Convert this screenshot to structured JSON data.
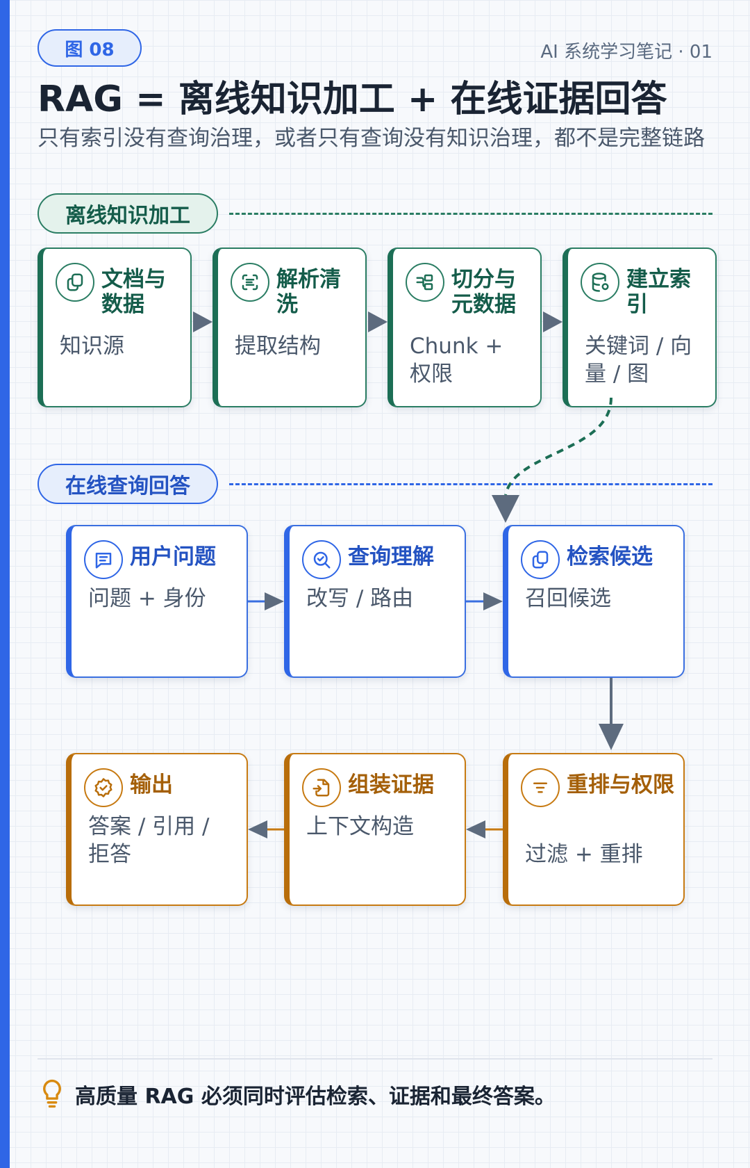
{
  "header": {
    "figure_label": "图 08",
    "series_label": "AI 系统学习笔记 · 01",
    "title": "RAG = 离线知识加工 + 在线证据回答",
    "subtitle": "只有索引没有查询治理，或者只有查询没有知识治理，都不是完整链路"
  },
  "offline": {
    "label": "离线知识加工",
    "color": "#2a7d63",
    "steps": [
      {
        "title": "文档与数据",
        "desc": "知识源",
        "icon": "documents-icon"
      },
      {
        "title": "解析清洗",
        "desc": "提取结构",
        "icon": "parse-icon"
      },
      {
        "title": "切分与元数据",
        "desc": "Chunk + 权限",
        "icon": "split-icon"
      },
      {
        "title": "建立索引",
        "desc": "关键词 / 向量 / 图",
        "icon": "database-icon"
      }
    ]
  },
  "online": {
    "label": "在线查询回答",
    "color": "#2f66e6",
    "steps": [
      {
        "title": "用户问题",
        "desc": "问题 + 身份",
        "icon": "message-icon"
      },
      {
        "title": "查询理解",
        "desc": "改写 / 路由",
        "icon": "search-icon"
      },
      {
        "title": "检索候选",
        "desc": "召回候选",
        "icon": "copy-icon"
      }
    ],
    "answer_steps": [
      {
        "title": "重排与权限",
        "desc": "过滤 + 重排",
        "icon": "filter-icon"
      },
      {
        "title": "组装证据",
        "desc": "上下文构造",
        "icon": "assemble-icon"
      },
      {
        "title": "输出",
        "desc": "答案 / 引用 / 拒答",
        "icon": "badge-check-icon"
      }
    ],
    "answer_color": "#c77a12"
  },
  "footer": {
    "text": "高质量 RAG 必须同时评估检索、证据和最终答案。",
    "icon": "lightbulb-icon"
  }
}
